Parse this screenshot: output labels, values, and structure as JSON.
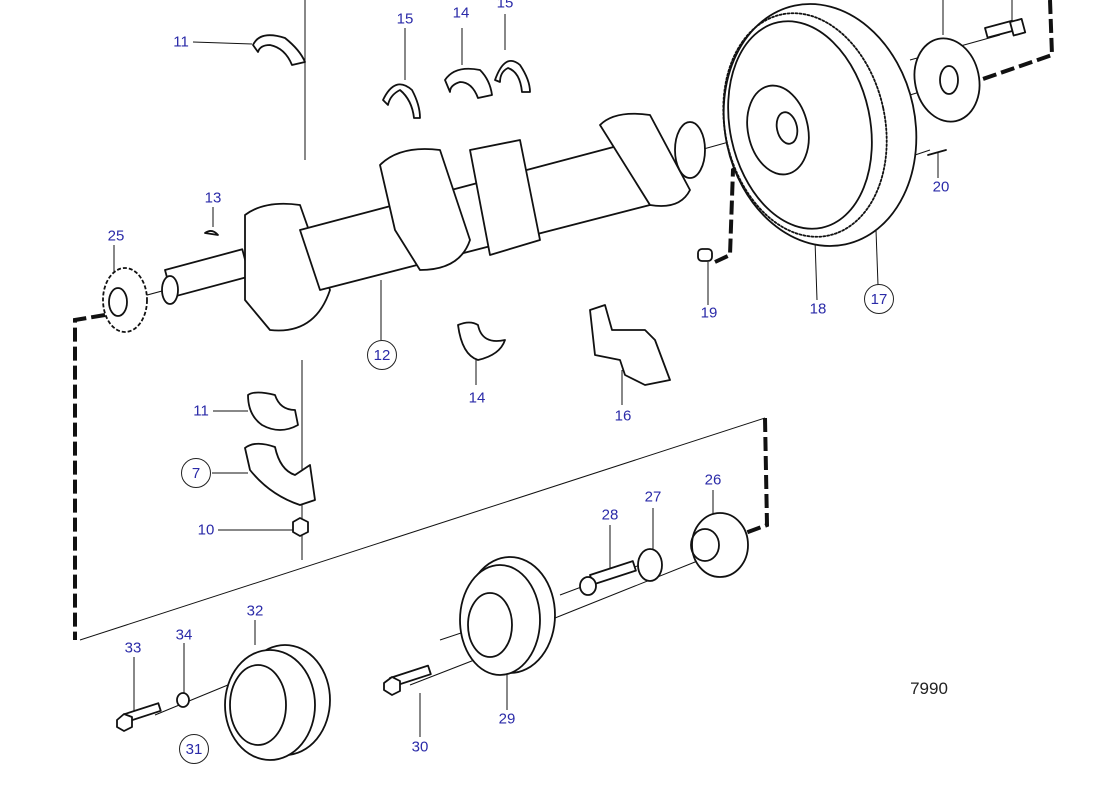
{
  "diagram": {
    "title": "Crankshaft, flywheel and vibration damper exploded view",
    "reference_number": "7990",
    "colors": {
      "callout": "#2a2aa8",
      "line": "#111111",
      "background": "#ffffff"
    },
    "callouts": [
      {
        "id": "11a",
        "text": "11",
        "circled": false,
        "part": "main bearing shell (upper)"
      },
      {
        "id": "15a",
        "text": "15",
        "circled": false,
        "part": "thrust washer"
      },
      {
        "id": "14a",
        "text": "14",
        "circled": false,
        "part": "thrust bearing shell"
      },
      {
        "id": "15b",
        "text": "15",
        "circled": false,
        "part": "thrust washer"
      },
      {
        "id": "13",
        "text": "13",
        "circled": false,
        "part": "woodruff key"
      },
      {
        "id": "25",
        "text": "25",
        "circled": false,
        "part": "crankshaft gear"
      },
      {
        "id": "12",
        "text": "12",
        "circled": true,
        "part": "crankshaft"
      },
      {
        "id": "14b",
        "text": "14",
        "circled": false,
        "part": "bearing shell"
      },
      {
        "id": "16",
        "text": "16",
        "circled": false,
        "part": "main bearing cap"
      },
      {
        "id": "19",
        "text": "19",
        "circled": false,
        "part": "pilot bearing"
      },
      {
        "id": "18",
        "text": "18",
        "circled": false,
        "part": "ring gear"
      },
      {
        "id": "17",
        "text": "17",
        "circled": true,
        "part": "flywheel"
      },
      {
        "id": "20",
        "text": "20",
        "circled": false,
        "part": "dowel pin"
      },
      {
        "id": "11b",
        "text": "11",
        "circled": false,
        "part": "main bearing shell (lower)"
      },
      {
        "id": "7",
        "text": "7",
        "circled": true,
        "part": "main bearing cap"
      },
      {
        "id": "10",
        "text": "10",
        "circled": false,
        "part": "nut"
      },
      {
        "id": "28",
        "text": "28",
        "circled": false,
        "part": "bolt"
      },
      {
        "id": "27",
        "text": "27",
        "circled": false,
        "part": "washer"
      },
      {
        "id": "26",
        "text": "26",
        "circled": false,
        "part": "hub"
      },
      {
        "id": "32",
        "text": "32",
        "circled": false,
        "part": "pulley"
      },
      {
        "id": "33",
        "text": "33",
        "circled": false,
        "part": "bolt"
      },
      {
        "id": "34",
        "text": "34",
        "circled": false,
        "part": "washer"
      },
      {
        "id": "31",
        "text": "31",
        "circled": true,
        "part": "pulley assembly"
      },
      {
        "id": "29",
        "text": "29",
        "circled": false,
        "part": "vibration damper"
      },
      {
        "id": "30",
        "text": "30",
        "circled": false,
        "part": "bolt"
      }
    ]
  }
}
